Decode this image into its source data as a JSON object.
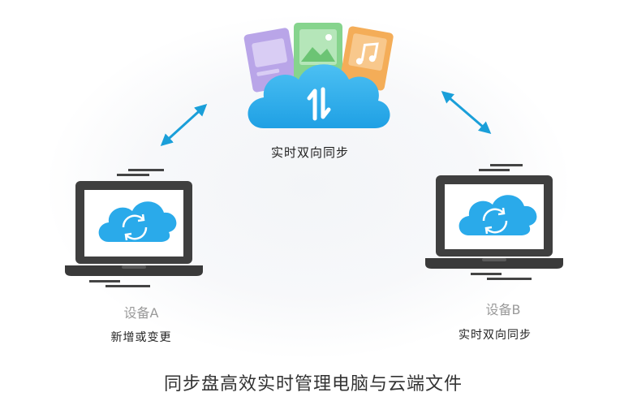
{
  "center": {
    "label": "实时双向同步"
  },
  "device_a": {
    "name": "设备A",
    "status": "新增或变更"
  },
  "device_b": {
    "name": "设备B",
    "status": "实时双向同步"
  },
  "caption": "同步盘高效实时管理电脑与云端文件",
  "colors": {
    "cloud": "#1fa9e8",
    "cloud_light": "#4cc0f3",
    "arrow": "#1a9fd9",
    "laptop_body": "#3f3f3f",
    "card_purple": "#a98fe0",
    "card_green": "#7ccf84",
    "card_orange": "#f3a64c"
  },
  "icons": {
    "center_cloud": "sync-arrows-cloud-icon",
    "laptop_cloud": "refresh-cloud-icon",
    "cards": [
      "video-file-icon",
      "image-file-icon",
      "music-file-icon"
    ],
    "connector": "double-arrow-icon"
  }
}
